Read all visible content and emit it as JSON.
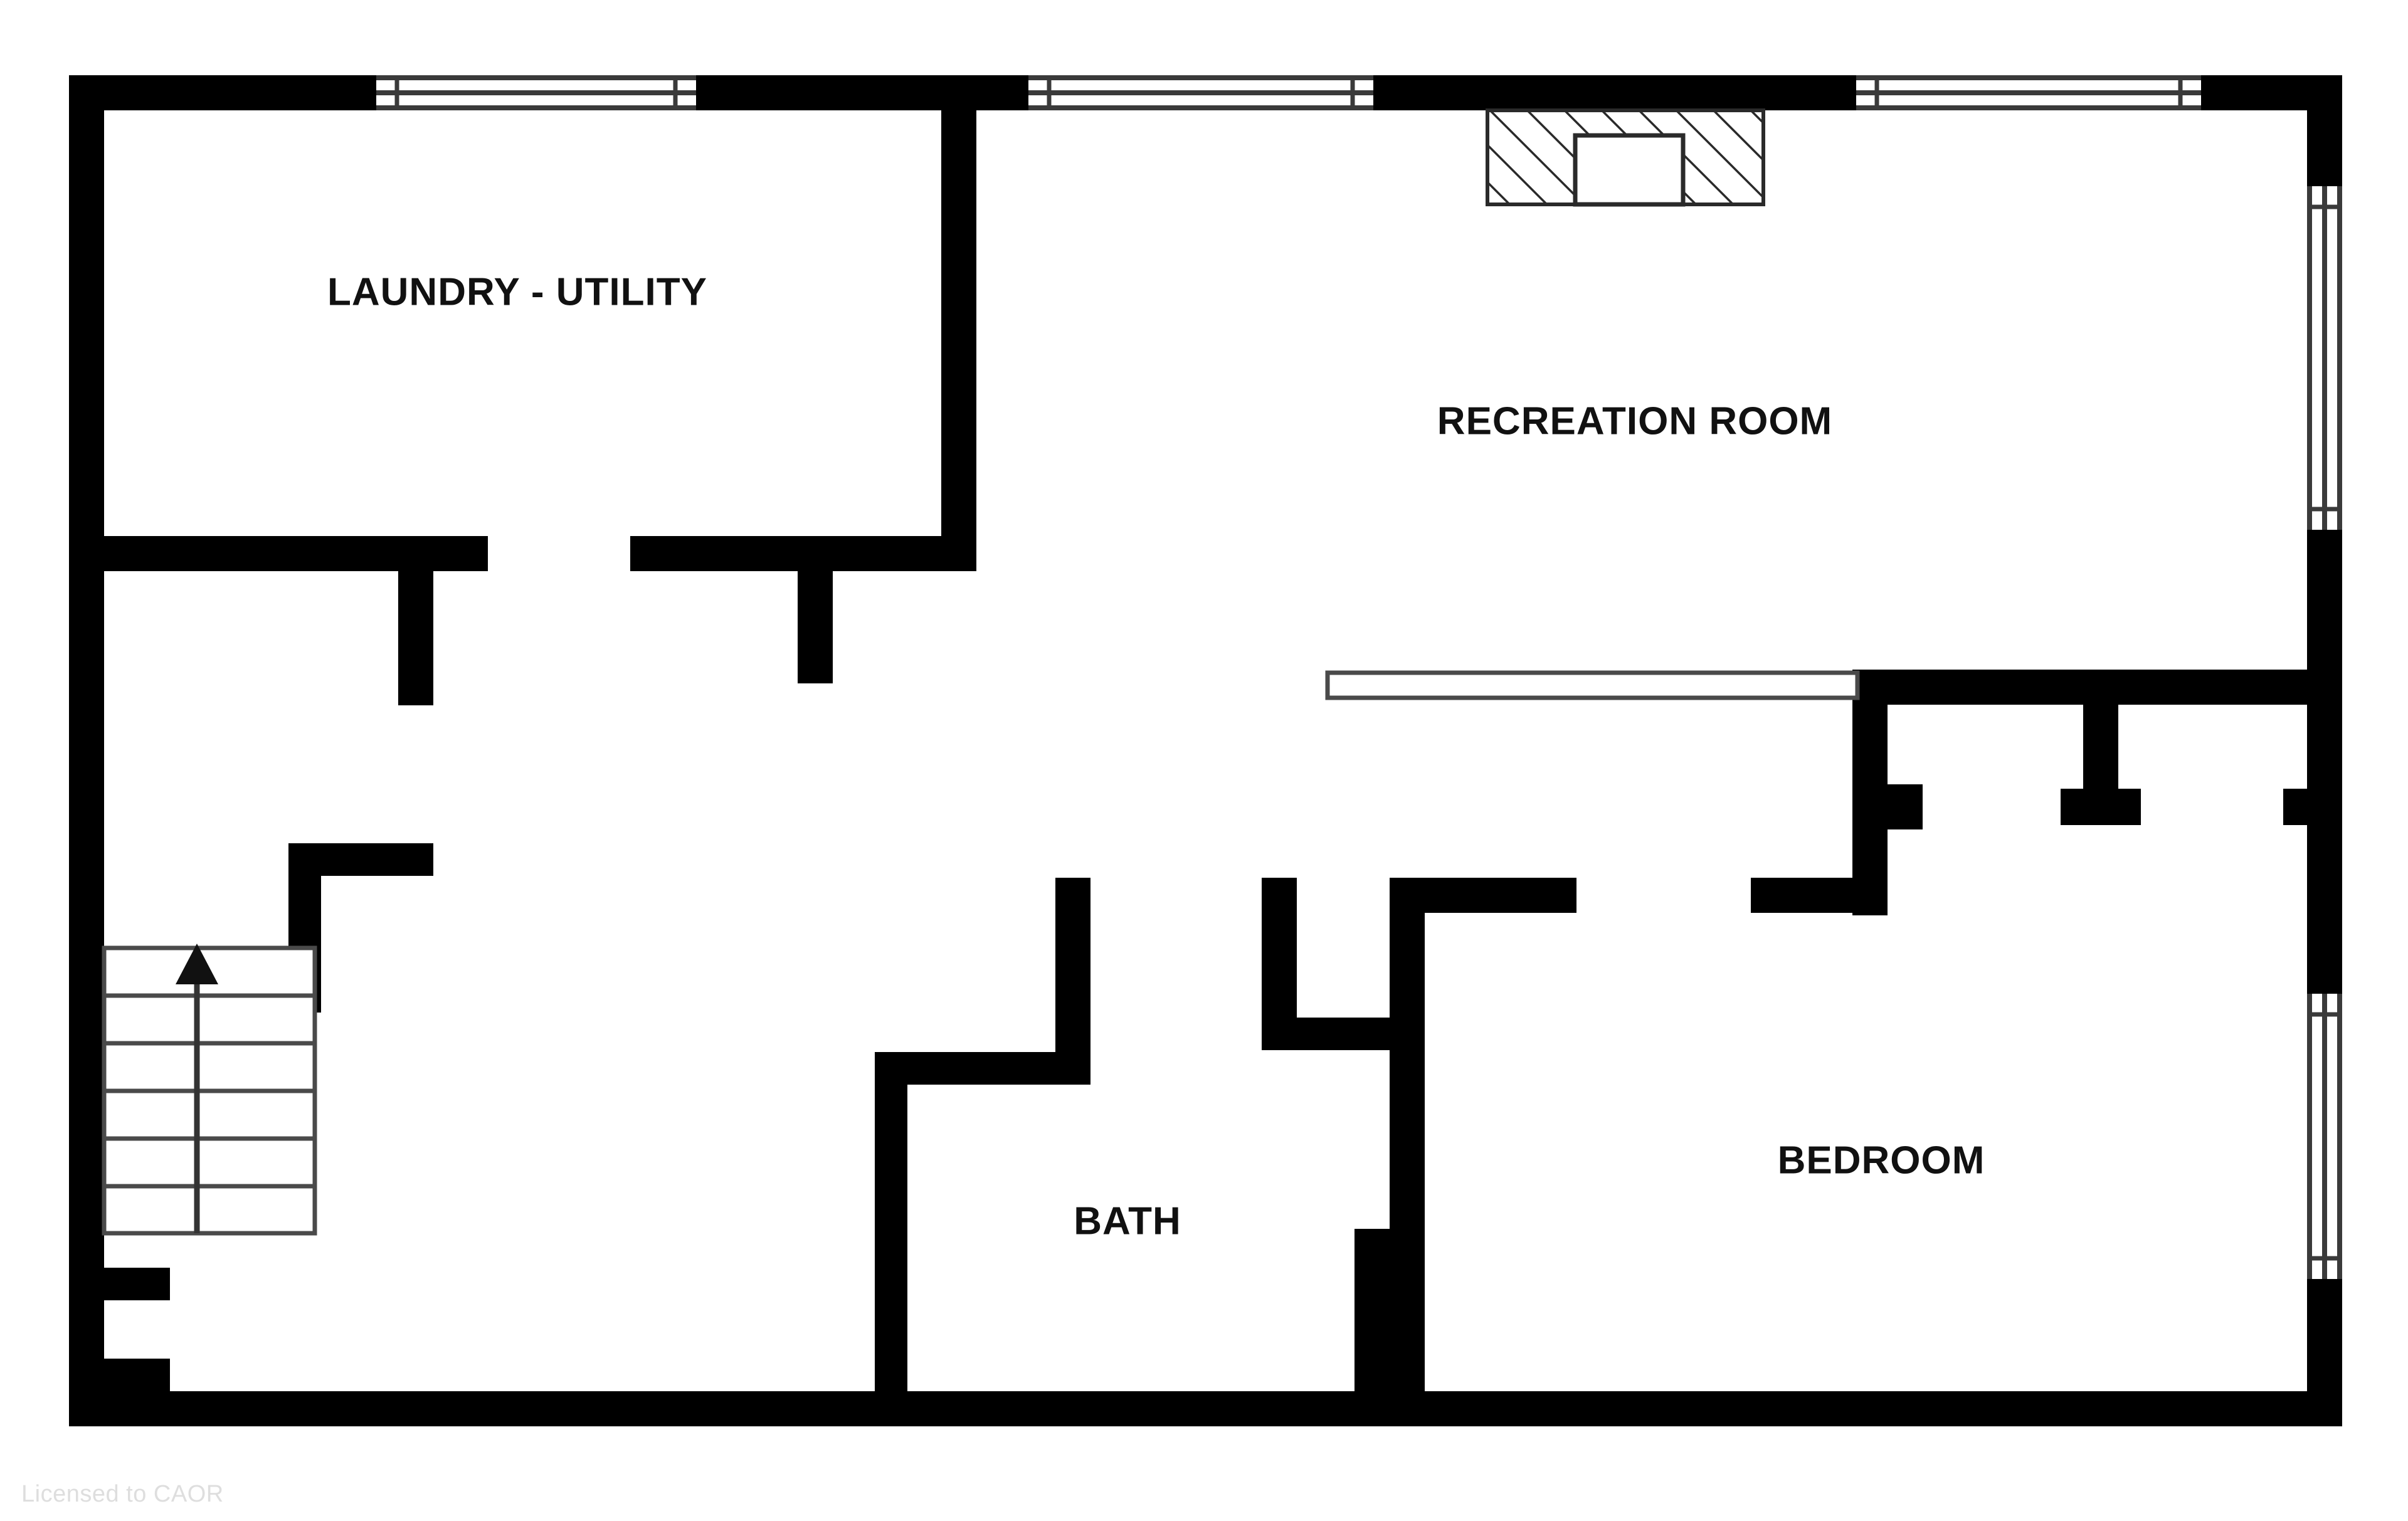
{
  "document": {
    "type": "floor-plan",
    "level": "basement",
    "background_color": "#ffffff",
    "wall_color": "#000000",
    "label_color": "#111111"
  },
  "rooms": [
    {
      "id": "laundry-utility",
      "label": "LAUNDRY - UTILITY"
    },
    {
      "id": "recreation-room",
      "label": "RECREATION ROOM"
    },
    {
      "id": "bath",
      "label": "BATH"
    },
    {
      "id": "bedroom",
      "label": "BEDROOM"
    }
  ],
  "features": {
    "stairs": {
      "name": "stairs",
      "direction": "up",
      "tread_count": 6
    },
    "fireplace": {
      "name": "fireplace-chimney",
      "hatched": true
    },
    "windows": [
      {
        "name": "window-top-left",
        "orientation": "horizontal"
      },
      {
        "name": "window-top-center",
        "orientation": "horizontal"
      },
      {
        "name": "window-top-right",
        "orientation": "horizontal"
      },
      {
        "name": "window-right-upper",
        "orientation": "vertical"
      },
      {
        "name": "window-right-lower",
        "orientation": "vertical"
      }
    ],
    "beam": {
      "name": "ceiling-beam",
      "orientation": "horizontal"
    }
  },
  "footer": {
    "license_text": "Licensed to CAOR",
    "license_color": "#dedede"
  }
}
